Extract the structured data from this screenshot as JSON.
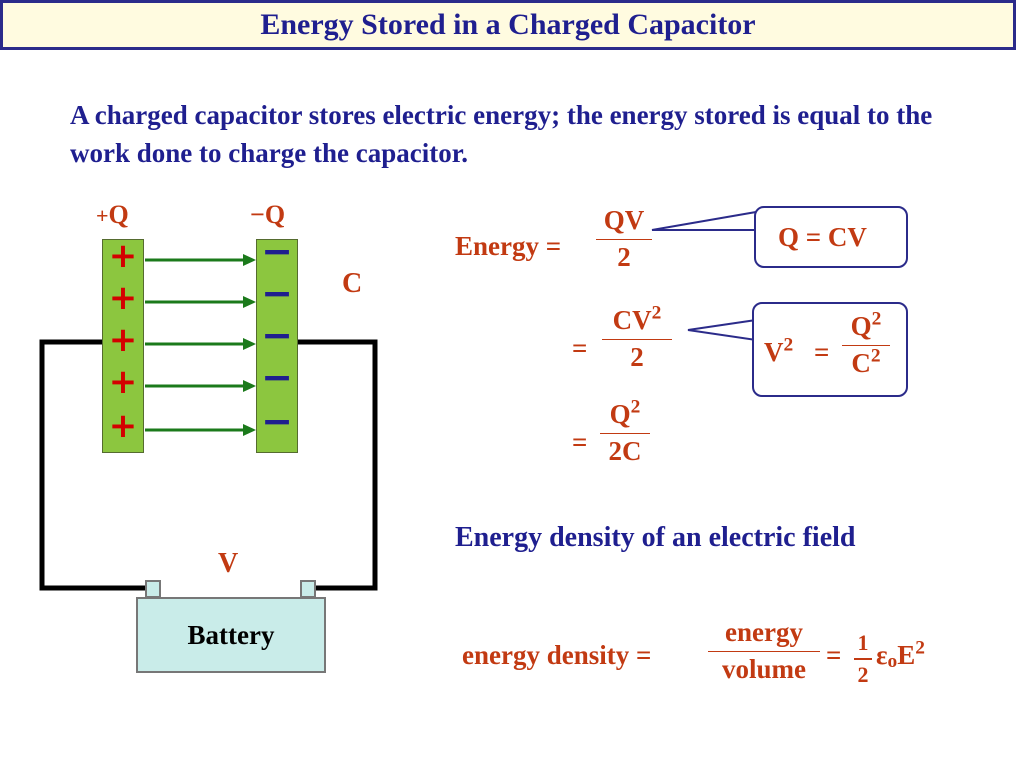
{
  "title": "Energy Stored in a Charged Capacitor",
  "intro": "A charged capacitor stores electric energy; the energy stored is equal to the work done to charge the capacitor.",
  "diagram": {
    "plus_q_sign": "+",
    "plus_q": "Q",
    "minus_q": "−Q",
    "capacitor_label": "C",
    "voltage_label": "V",
    "battery_label": "Battery",
    "plus_sign": "+",
    "minus_sign": "−"
  },
  "equations": {
    "energy_lhs": "Energy =",
    "eq1_num": "QV",
    "eq1_den": "2",
    "eq2_eq": "=",
    "eq2_num_base": "CV",
    "eq2_num_exp": "2",
    "eq2_den": "2",
    "eq3_eq": "=",
    "eq3_num_base": "Q",
    "eq3_num_exp": "2",
    "eq3_den": "2C"
  },
  "callouts": {
    "q_eq_cv": "Q = CV",
    "v_base": "V",
    "v_exp": "2",
    "eq": "=",
    "frac_num_base": "Q",
    "frac_num_exp": "2",
    "frac_den_base": "C",
    "frac_den_exp": "2"
  },
  "density": {
    "heading": "Energy density of an electric field",
    "lhs": "energy density =",
    "num": "energy",
    "den": "volume",
    "eq": "=",
    "half_num": "1",
    "half_den": "2",
    "eps": "ε",
    "eps_sub": "o",
    "e_base": "E",
    "e_exp": "2"
  },
  "colors": {
    "title_text": "#1f1f8f",
    "equation_text": "#c23a12",
    "plate_fill": "#8cc63f",
    "field_arrows": "#1b7a1b",
    "plus_signs": "#d40000",
    "minus_signs": "#1f1f8f",
    "battery_fill": "#c9ece9"
  }
}
